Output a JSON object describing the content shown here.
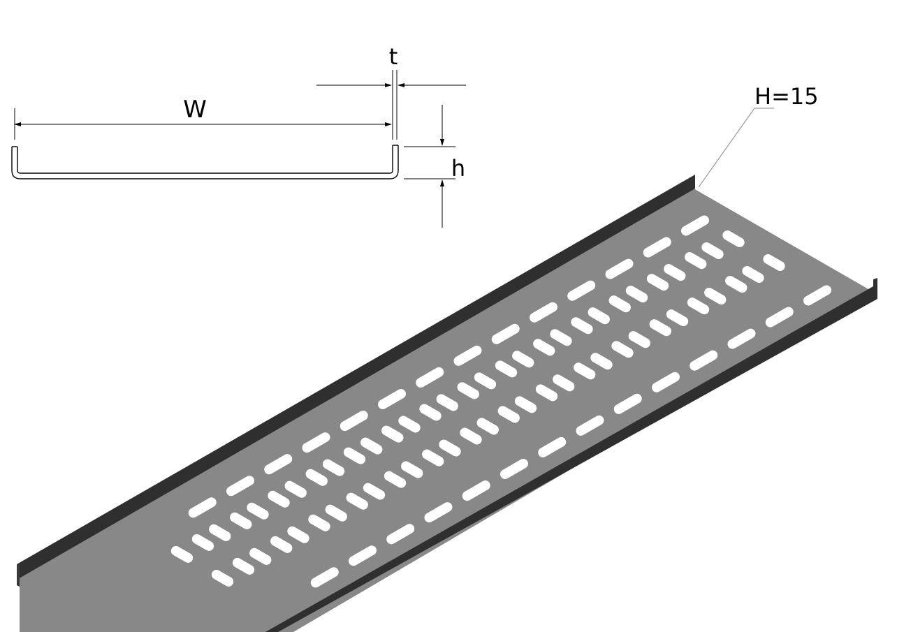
{
  "labels": {
    "width": "W",
    "thickness": "t",
    "flange": "h",
    "height_callout": "H=15"
  },
  "slot_rows": {
    "left_row": 13,
    "middle_rows": [
      14,
      14,
      14,
      14
    ],
    "right_row": 13
  },
  "colors": {
    "tray_surface": "#888888",
    "tray_side": "#2f2f2f",
    "tray_front": "#3a3a3a",
    "slot": "#ffffff",
    "line": "#000000",
    "leader": "#9a9a9a"
  }
}
